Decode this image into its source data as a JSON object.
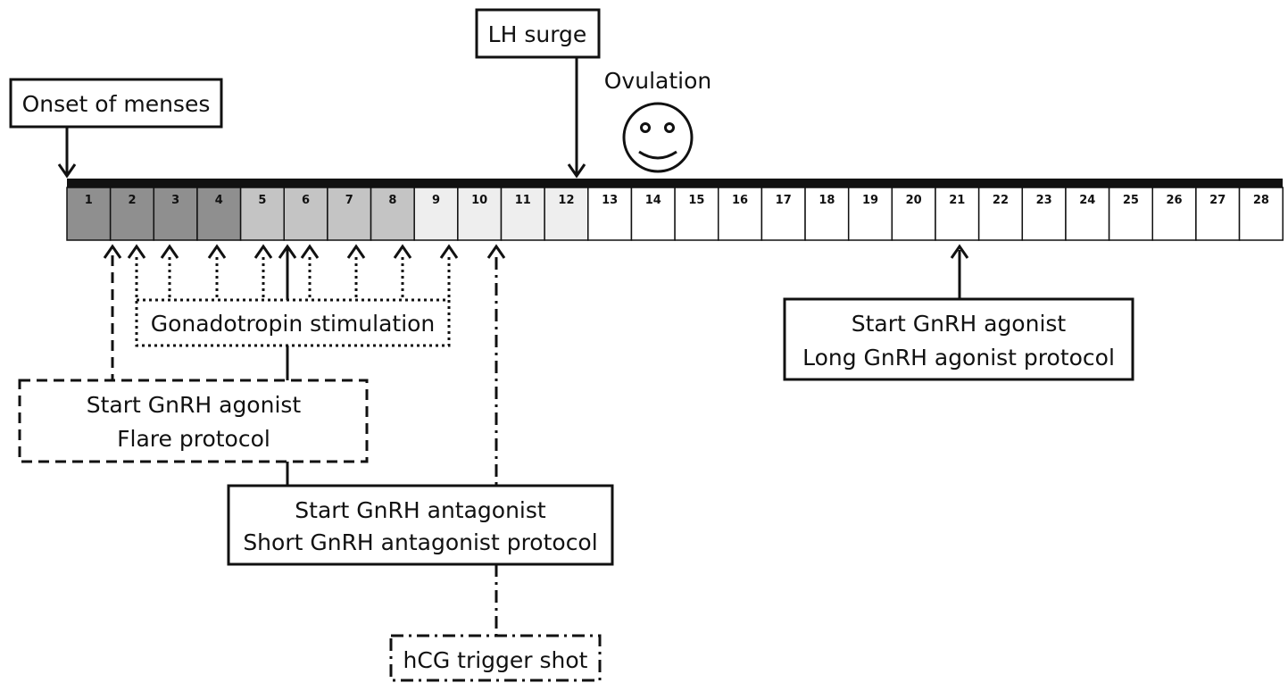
{
  "days": [
    "1",
    "2",
    "3",
    "4",
    "5",
    "6",
    "7",
    "8",
    "9",
    "10",
    "11",
    "12",
    "13",
    "14",
    "15",
    "16",
    "17",
    "18",
    "19",
    "20",
    "21",
    "22",
    "23",
    "24",
    "25",
    "26",
    "27",
    "28"
  ],
  "colors": {
    "menses": "#8f8f8f",
    "early_follicular": "#c4c4c4",
    "late_follicular": "#eeeeee",
    "luteal": "#ffffff",
    "line": "#111111"
  },
  "labels": {
    "onset": "Onset of menses",
    "lh_surge": "LH surge",
    "ovulation": "Ovulation",
    "gonadotropin": "Gonadotropin stimulation",
    "flare_1": "Start GnRH agonist",
    "flare_2": "Flare protocol",
    "antagonist_1": "Start GnRH antagonist",
    "antagonist_2": "Short GnRH antagonist protocol",
    "long_1": "Start GnRH agonist",
    "long_2": "Long GnRH agonist protocol",
    "hcg": "hCG trigger shot"
  },
  "icons": {
    "ovulation": "smiley-face-icon"
  }
}
